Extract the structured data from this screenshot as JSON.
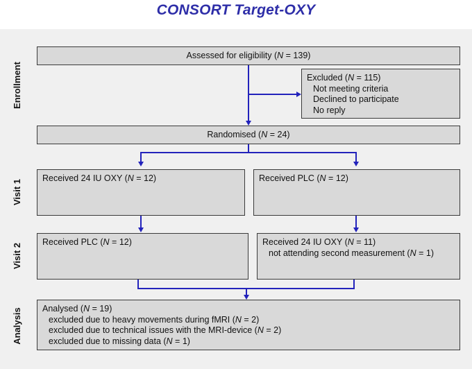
{
  "title": "CONSORT Target-OXY",
  "colors": {
    "title": "#2e2ea8",
    "arrow": "#2222bb",
    "box_fill": "#d9d9d9",
    "box_border": "#3a3a3a",
    "canvas_bg": "#f0f0f0"
  },
  "stages": [
    {
      "label": "Enrollment"
    },
    {
      "label": "Visit 1"
    },
    {
      "label": "Visit 2"
    },
    {
      "label": "Analysis"
    }
  ],
  "nodes": {
    "assessed": {
      "line1": "Assessed for eligibility (N = 139)"
    },
    "excluded": {
      "line1": "Excluded (N = 115)",
      "line2": "Not meeting criteria",
      "line3": "Declined to participate",
      "line4": "No reply"
    },
    "randomised": {
      "line1": "Randomised (N = 24)"
    },
    "visit1_left": {
      "line1": "Received 24 IU OXY (N = 12)"
    },
    "visit1_right": {
      "line1": "Received PLC (N = 12)"
    },
    "visit2_left": {
      "line1": "Received PLC (N = 12)"
    },
    "visit2_right": {
      "line1": "Received 24 IU OXY (N = 11)",
      "line2": "not attending second measurement (N = 1)"
    },
    "analysed": {
      "line1": "Analysed (N = 19)",
      "line2": "excluded due to heavy movements during fMRI (N = 2)",
      "line3": "excluded due to technical issues with the MRI-device (N = 2)",
      "line4": "excluded due to missing data (N = 1)"
    }
  }
}
